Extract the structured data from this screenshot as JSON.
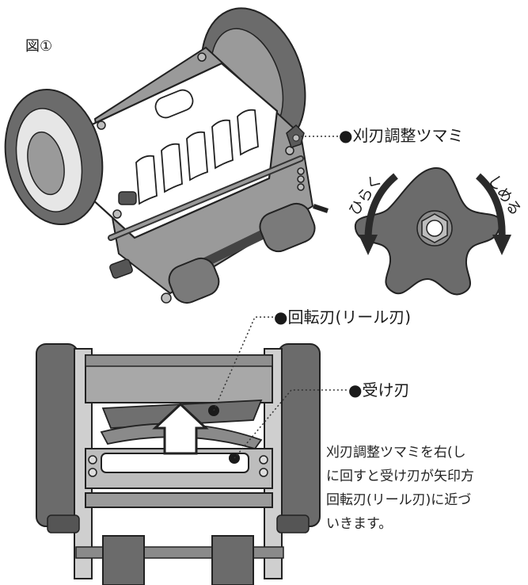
{
  "figure_label": "図①",
  "labels": {
    "adjust_knob": "●刈刃調整ツマミ",
    "reel_blade": "●回転刃(リール刃)",
    "bed_knife": "●受け刃"
  },
  "rotation": {
    "loosen": "ひらく",
    "tighten": "しめる"
  },
  "description": [
    "刈刃調整ツマミを右(し",
    "に回すと受け刃が矢印方",
    "回転刃(リール刃)に近づ",
    "いきます。"
  ],
  "colors": {
    "wheel_dark": "#6b6b6b",
    "wheel_light": "#bdbdbd",
    "body_fill": "#ffffff",
    "frame": "#8a8a8a",
    "line": "#222222"
  }
}
